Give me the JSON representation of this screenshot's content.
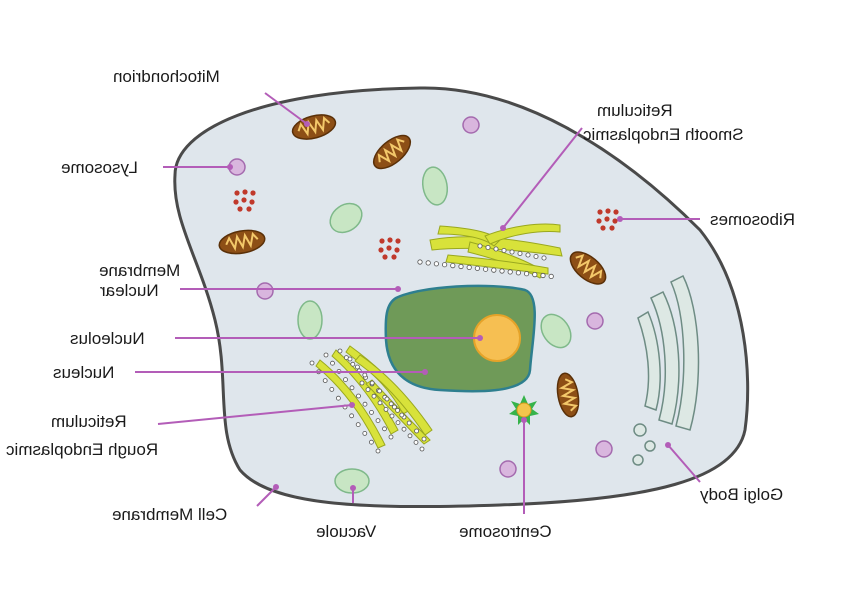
{
  "labels": {
    "mitochondrion": "Mitochondrion",
    "lysosome": "Lysosome",
    "nuclear_membrane_line1": "Nuclear",
    "nuclear_membrane_line2": "Membrane",
    "nucleolus": "Nucleolus",
    "nucleus": "Nucleus",
    "rough_er_line1": "Rough Endoplasmic",
    "rough_er_line2": "Reticulum",
    "cell_membrane": "Cell Membrane",
    "vacuole": "Vacuole",
    "centrosome": "Centrosome",
    "golgi_body": "Golgi Body",
    "ribosomes": "Ribosomes",
    "smooth_er_line1": "Smooth Endoplasmic",
    "smooth_er_line2": "Reticulum"
  },
  "colors": {
    "cytoplasm": "#dfe6ec",
    "membrane": "#4a4a4a",
    "leader": "#b35db8",
    "nucleus": "#6f9a58",
    "nucleus_edge": "#2e7f8f",
    "nucleolus": "#f6bf52",
    "nucleolus_edge": "#e5a329",
    "er_fill": "#d8e23a",
    "er_edge": "#9aa81f",
    "mito_fill": "#8d4f16",
    "mito_inner": "#f3c86a",
    "lysosome": "#d9b6de",
    "lysosome_edge": "#a46aae",
    "ribosome": "#c0392b",
    "vacuole_fill": "#c8e6c4",
    "vacuole_edge": "#7fb98a",
    "golgi_fill": "#dde8e4",
    "golgi_edge": "#6e8c84",
    "centrosome_spike": "#36b34a",
    "centrosome_core": "#f3c54c"
  }
}
